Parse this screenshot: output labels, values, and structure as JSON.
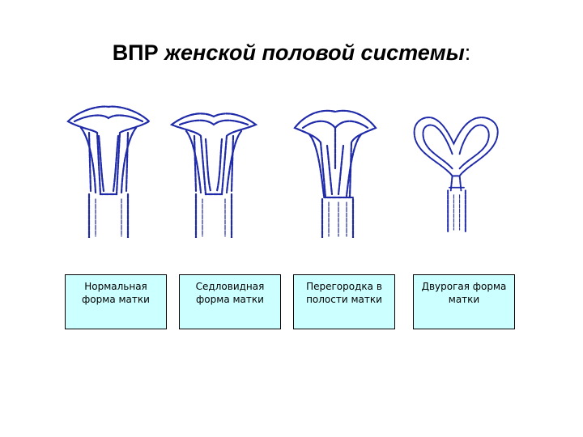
{
  "title": {
    "bold": "ВПР",
    "italic": "женской половой системы",
    "colon": ":"
  },
  "colors": {
    "drawing": "#1f2aa8",
    "label_bg": "#ccffff"
  },
  "figures": [
    {
      "name": "normal-uterus-icon"
    },
    {
      "name": "saddle-uterus-icon"
    },
    {
      "name": "septate-uterus-icon"
    },
    {
      "name": "bicornuate-uterus-icon"
    }
  ],
  "labels": [
    {
      "line1": "Нормальная",
      "line2": "форма матки"
    },
    {
      "line1": "Седловидная",
      "line2": "форма матки"
    },
    {
      "line1": "Перегородка в",
      "line2": "полости матки"
    },
    {
      "line1": "Двурогая форма",
      "line2": "матки"
    }
  ]
}
